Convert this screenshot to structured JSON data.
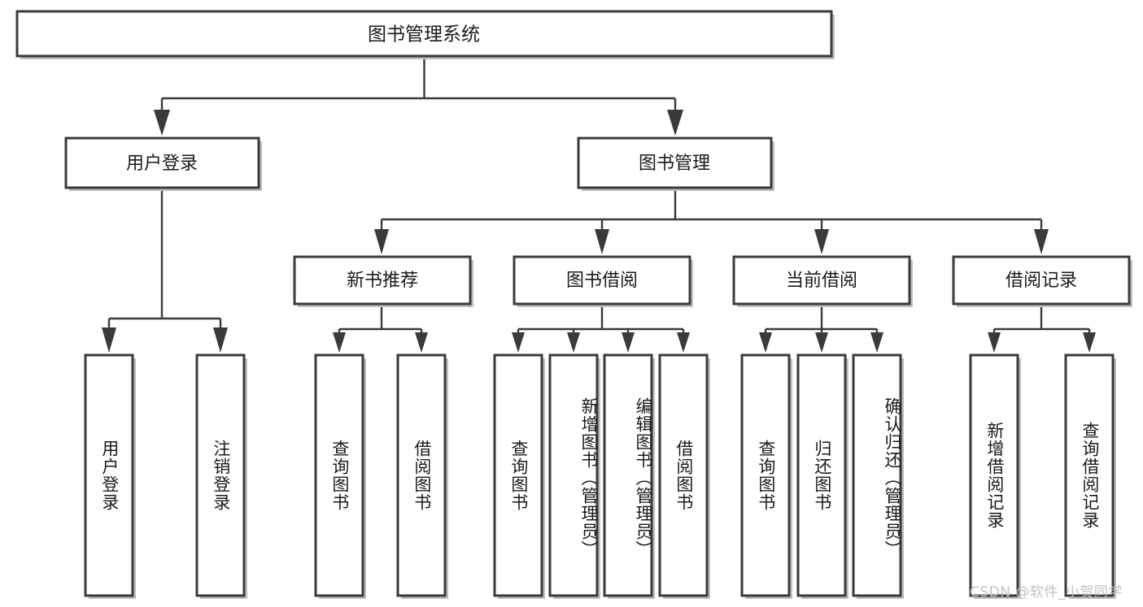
{
  "diagram": {
    "title": "图书管理系统",
    "type": "hierarchy-tree",
    "watermark": "CSDN @软件_小贺同学",
    "colors": {
      "box_stroke": "#3a3a3a",
      "box_fill": "#ffffff",
      "text": "#1a1a1a",
      "background": "#ffffff",
      "watermark": "#c2c2c2"
    },
    "root": {
      "id": "root",
      "label": "图书管理系统"
    },
    "level2": [
      {
        "id": "user-login",
        "label": "用户登录"
      },
      {
        "id": "book-management",
        "label": "图书管理"
      }
    ],
    "level3": [
      {
        "id": "new-book-recommend",
        "label": "新书推荐",
        "parent": "book-management"
      },
      {
        "id": "book-borrow",
        "label": "图书借阅",
        "parent": "book-management"
      },
      {
        "id": "current-borrow",
        "label": "当前借阅",
        "parent": "book-management"
      },
      {
        "id": "borrow-record",
        "label": "借阅记录",
        "parent": "book-management"
      }
    ],
    "leaves": [
      {
        "id": "leaf-user-login",
        "label": "用户登录",
        "parent": "user-login"
      },
      {
        "id": "leaf-logout-login",
        "label": "注销登录",
        "parent": "user-login"
      },
      {
        "id": "leaf-query-book-1",
        "label": "查询图书",
        "parent": "new-book-recommend"
      },
      {
        "id": "leaf-borrow-book-1",
        "label": "借阅图书",
        "parent": "new-book-recommend"
      },
      {
        "id": "leaf-query-book-2",
        "label": "查询图书",
        "parent": "book-borrow"
      },
      {
        "id": "leaf-add-book",
        "label": "新增图书（管理员）",
        "parent": "book-borrow"
      },
      {
        "id": "leaf-edit-book",
        "label": "编辑图书（管理员）",
        "parent": "book-borrow"
      },
      {
        "id": "leaf-borrow-book-2",
        "label": "借阅图书",
        "parent": "book-borrow"
      },
      {
        "id": "leaf-query-book-3",
        "label": "查询图书",
        "parent": "current-borrow"
      },
      {
        "id": "leaf-return-book",
        "label": "归还图书",
        "parent": "current-borrow"
      },
      {
        "id": "leaf-confirm-return",
        "label": "确认归还（管理员）",
        "parent": "current-borrow"
      },
      {
        "id": "leaf-add-record",
        "label": "新增借阅记录",
        "parent": "borrow-record"
      },
      {
        "id": "leaf-query-record",
        "label": "查询借阅记录",
        "parent": "borrow-record"
      }
    ]
  }
}
